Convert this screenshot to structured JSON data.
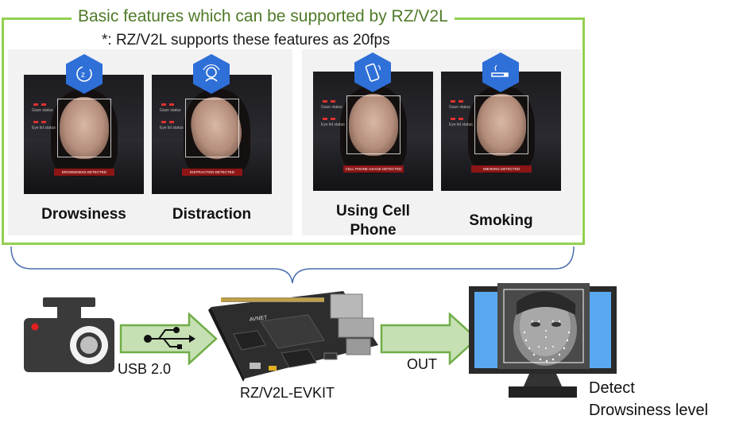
{
  "panel": {
    "title": "Basic features which can be supported by RZ/V2L",
    "note": "*: RZ/V2L supports these features as 20fps"
  },
  "features": [
    {
      "label": "Drowsiness",
      "banner": "DROWSINESS DETECTED",
      "icon": "sleep-icon"
    },
    {
      "label": "Distraction",
      "banner": "DISTRACTION DETECTED",
      "icon": "head-turn-icon"
    },
    {
      "label": "Using Cell Phone",
      "label_line1": "Using Cell",
      "label_line2": "Phone",
      "banner": "CELL PHONE USAGE DETECTED",
      "icon": "phone-icon"
    },
    {
      "label": "Smoking",
      "banner": "SMOKING DETECTED",
      "icon": "cigarette-icon"
    }
  ],
  "thumb_status": {
    "gaze": "Gaze status",
    "eye": "Eye lid status"
  },
  "flow": {
    "usb_label": "USB 2.0",
    "board_label": "RZ/V2L-EVKIT",
    "board_brand": "AVNET",
    "out_label": "OUT",
    "result_line1": "Detect",
    "result_line2": "Drowsiness level"
  },
  "colors": {
    "panel_border": "#92d050",
    "title": "#4f7a28",
    "arrow_fill": "#c6e0b4",
    "arrow_stroke": "#70ad47",
    "hex_icon": "#2f6fd8",
    "monitor_screen": "#5aa8f0",
    "brace": "#4a6fb0"
  }
}
